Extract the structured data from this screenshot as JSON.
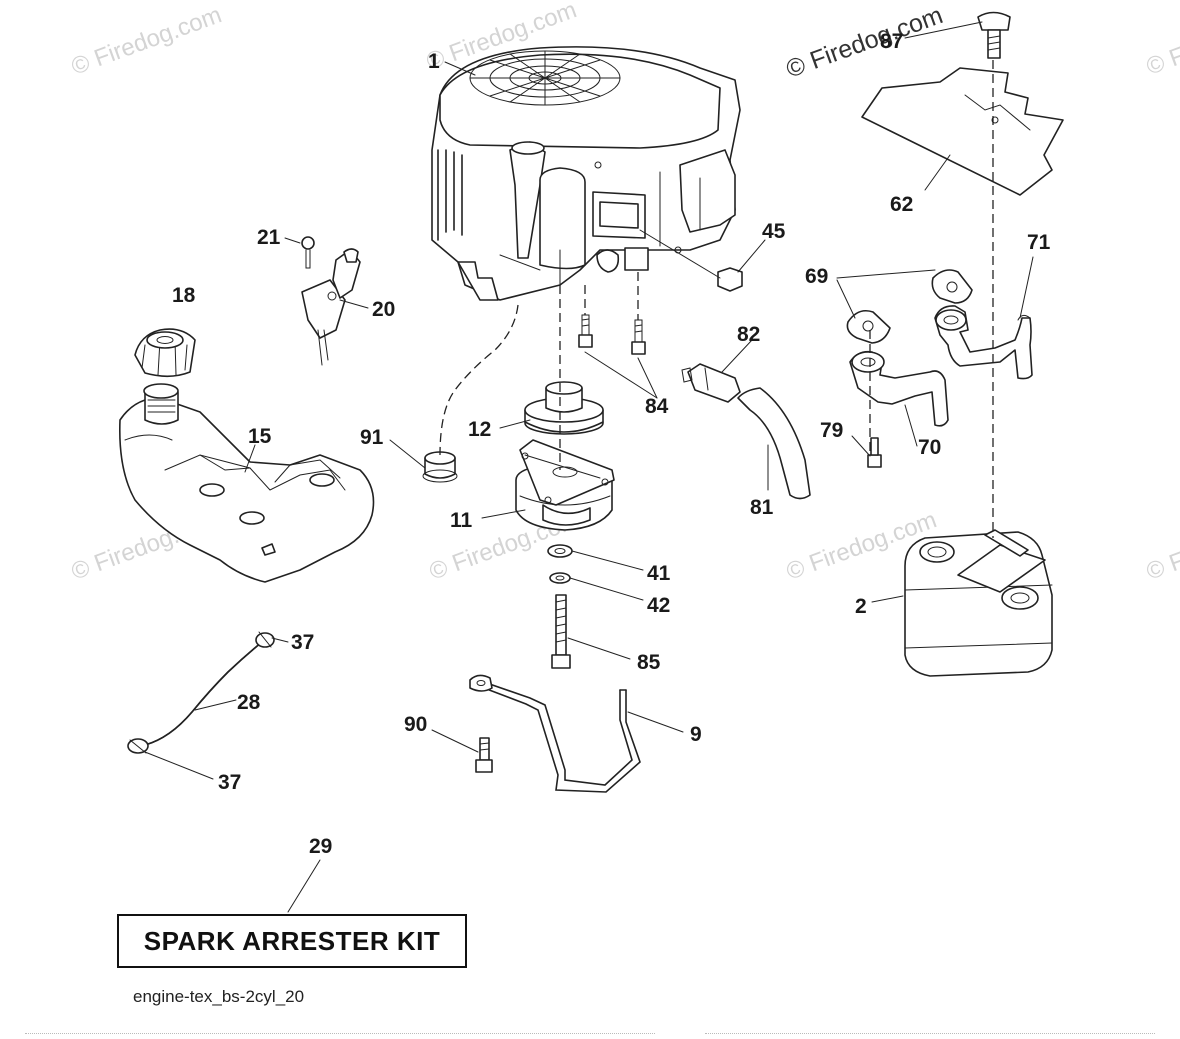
{
  "watermarks": [
    "© Firedog.com",
    "© Firedog.com",
    "© Firedog.com",
    "© Firedog.com",
    "© Firedog.com",
    "© Firedog.com",
    "© Firedog.com",
    "© Firedog.com"
  ],
  "watermark_prominent": "© Firedog.com",
  "callouts": {
    "c1": "1",
    "c87": "87",
    "c62": "62",
    "c45": "45",
    "c21": "21",
    "c20": "20",
    "c18": "18",
    "c69": "69",
    "c71": "71",
    "c82": "82",
    "c84": "84",
    "c12": "12",
    "c91": "91",
    "c15": "15",
    "c79": "79",
    "c70": "70",
    "c81": "81",
    "c11": "11",
    "c41": "41",
    "c42": "42",
    "c2": "2",
    "c85": "85",
    "c37a": "37",
    "c28": "28",
    "c37b": "37",
    "c90": "90",
    "c9": "9",
    "c29": "29"
  },
  "kit_label": "SPARK ARRESTER KIT",
  "drawing_ref": "engine-tex_bs-2cyl_20"
}
